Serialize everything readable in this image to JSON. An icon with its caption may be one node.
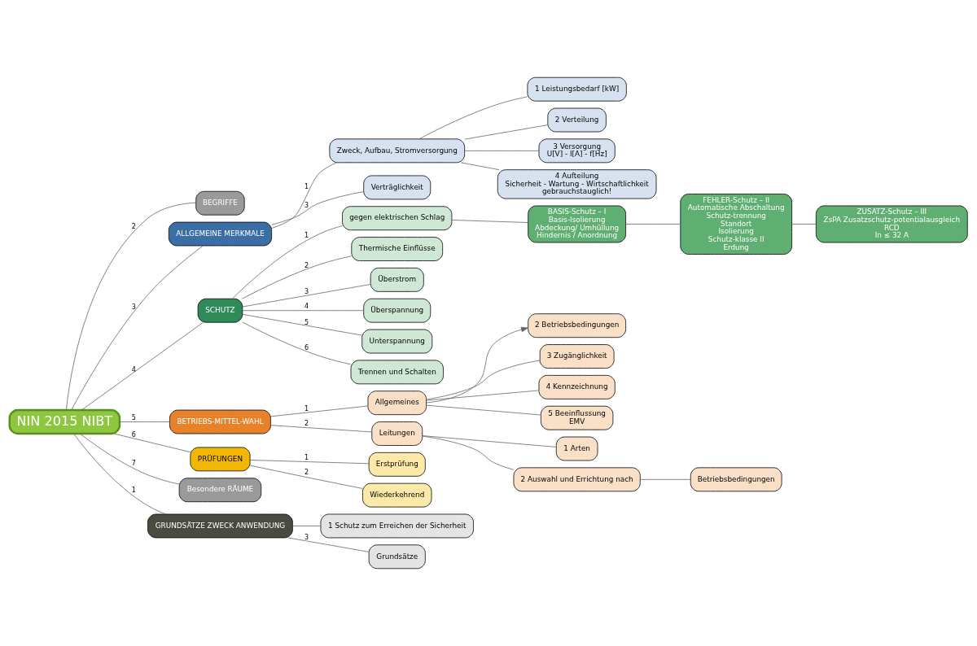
{
  "diagram": {
    "nodes": [
      {
        "text": [
          "NIN 2015 NIBT"
        ]
      },
      {
        "text": [
          "BEGRIFFE"
        ]
      },
      {
        "text": [
          "ALLGEMEINE MERKMALE"
        ]
      },
      {
        "text": [
          "SCHUTZ"
        ]
      },
      {
        "text": [
          "BETRIEBS-MITTEL-WAHL"
        ]
      },
      {
        "text": [
          "PRÜFUNGEN"
        ]
      },
      {
        "text": [
          "Besondere RÄUME"
        ]
      },
      {
        "text": [
          "GRUNDSÄTZE ZWECK ANWENDUNG"
        ]
      },
      {
        "text": [
          "gegen elektrischen Schlag"
        ]
      },
      {
        "text": [
          "BASIS-Schutz – I",
          "Basis-Isolierung",
          "Abdeckung/ Umhüllung",
          "Hindernis / Anordnung"
        ]
      },
      {
        "text": [
          "FEHLER-Schutz – II",
          "Automatische Abschaltung",
          "Schutz-trennung",
          "Standort",
          "Isolierung",
          "Schutz-klasse II",
          "Erdung"
        ]
      },
      {
        "text": [
          "ZUSATZ-Schutz – III",
          "ZsPA Zusatzschutz-potentialausgleich",
          "RCD",
          "In ≤ 32 A"
        ]
      },
      {
        "text": [
          "Thermische Einflüsse"
        ]
      },
      {
        "text": [
          "Überstrom"
        ]
      },
      {
        "text": [
          "Überspannung"
        ]
      },
      {
        "text": [
          "Unterspannung"
        ]
      },
      {
        "text": [
          "Trennen und Schalten"
        ]
      },
      {
        "text": [
          "Zweck, Aufbau, Stromversorgung"
        ]
      },
      {
        "text": [
          "1 Leistungsbedarf [kW]"
        ]
      },
      {
        "text": [
          "2 Verteilung"
        ]
      },
      {
        "text": [
          "3 Versorgung",
          "U[V] - I[A] - f[Hz]"
        ]
      },
      {
        "text": [
          "4 Aufteilung",
          "Sicherheit - Wartung - Wirtschaftlichkeit",
          "gebrauchstauglich!"
        ]
      },
      {
        "text": [
          "Verträglichkeit"
        ]
      },
      {
        "text": [
          "Allgemeines"
        ]
      },
      {
        "text": [
          "Leitungen"
        ]
      },
      {
        "text": [
          "2 Betriebsbedingungen"
        ]
      },
      {
        "text": [
          "3 Zugänglichkeit"
        ]
      },
      {
        "text": [
          "4 Kennzeichnung"
        ]
      },
      {
        "text": [
          "5 Beeinflussung",
          "EMV"
        ]
      },
      {
        "text": [
          "1 Arten"
        ]
      },
      {
        "text": [
          "2 Auswahl und Errichtung nach"
        ]
      },
      {
        "text": [
          "Betriebsbedingungen"
        ]
      },
      {
        "text": [
          "Erstprüfung"
        ]
      },
      {
        "text": [
          "Wiederkehrend"
        ]
      },
      {
        "text": [
          "1 Schutz zum Erreichen der Sicherheit"
        ]
      },
      {
        "text": [
          "Grundsätze"
        ]
      }
    ],
    "edges": [
      {
        "from": 0,
        "to": 1,
        "arrow": "none",
        "label": "2"
      },
      {
        "from": 0,
        "to": 2,
        "arrow": "none",
        "label": "3"
      },
      {
        "from": 0,
        "to": 3,
        "arrow": "none",
        "label": "4"
      },
      {
        "from": 0,
        "to": 4,
        "arrow": "none",
        "label": "5"
      },
      {
        "from": 0,
        "to": 5,
        "arrow": "none",
        "label": "6"
      },
      {
        "from": 0,
        "to": 6,
        "arrow": "none",
        "label": "7"
      },
      {
        "from": 0,
        "to": 7,
        "arrow": "none",
        "label": "1"
      },
      {
        "from": 3,
        "to": 8,
        "arrow": "none",
        "label": "1"
      },
      {
        "from": 8,
        "to": 9,
        "arrow": "none"
      },
      {
        "from": 9,
        "to": 10,
        "arrow": "none"
      },
      {
        "from": 10,
        "to": 11,
        "arrow": "none"
      },
      {
        "from": 3,
        "to": 12,
        "arrow": "none",
        "label": "2"
      },
      {
        "from": 3,
        "to": 13,
        "arrow": "none",
        "label": "3"
      },
      {
        "from": 3,
        "to": 14,
        "arrow": "none",
        "label": "4"
      },
      {
        "from": 3,
        "to": 15,
        "arrow": "none",
        "label": "5"
      },
      {
        "from": 3,
        "to": 16,
        "arrow": "none",
        "label": "6"
      },
      {
        "from": 2,
        "to": 17,
        "arrow": "none",
        "label": "1"
      },
      {
        "from": 17,
        "to": 18,
        "arrow": "none"
      },
      {
        "from": 17,
        "to": 19,
        "arrow": "none"
      },
      {
        "from": 17,
        "to": 20,
        "arrow": "none"
      },
      {
        "from": 17,
        "to": 21,
        "arrow": "none"
      },
      {
        "from": 2,
        "to": 22,
        "arrow": "none",
        "label": "3"
      },
      {
        "from": 4,
        "to": 23,
        "arrow": "none",
        "label": "1"
      },
      {
        "from": 4,
        "to": 24,
        "arrow": "none",
        "label": "2"
      },
      {
        "from": 23,
        "to": 25,
        "arrow": "to"
      },
      {
        "from": 23,
        "to": 26,
        "arrow": "none"
      },
      {
        "from": 23,
        "to": 27,
        "arrow": "none"
      },
      {
        "from": 23,
        "to": 28,
        "arrow": "none"
      },
      {
        "from": 24,
        "to": 29,
        "arrow": "none"
      },
      {
        "from": 24,
        "to": 30,
        "arrow": "none"
      },
      {
        "from": 30,
        "to": 31,
        "arrow": "none"
      },
      {
        "from": 5,
        "to": 32,
        "arrow": "none",
        "label": "1"
      },
      {
        "from": 5,
        "to": 33,
        "arrow": "none",
        "label": "2"
      },
      {
        "from": 7,
        "to": 34,
        "arrow": "none"
      },
      {
        "from": 7,
        "to": 35,
        "arrow": "none",
        "label": "3"
      }
    ]
  }
}
